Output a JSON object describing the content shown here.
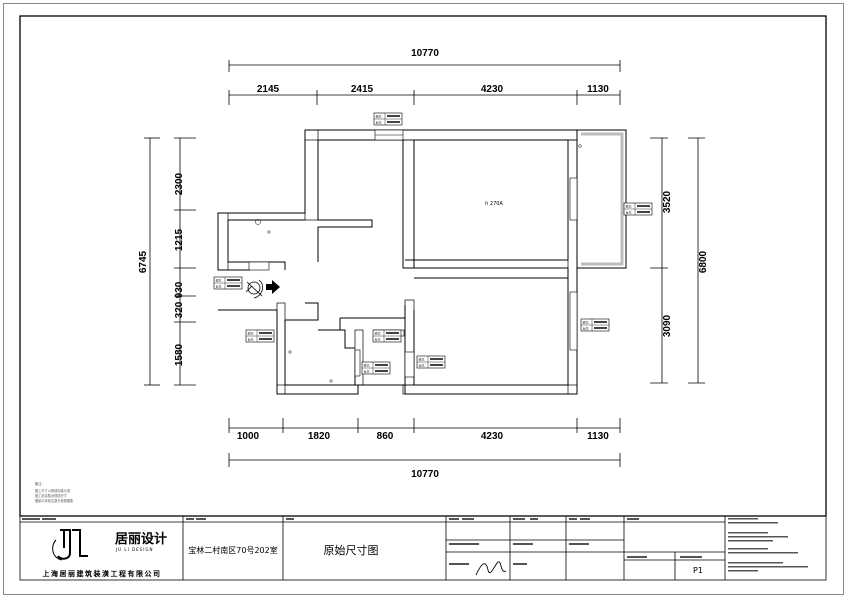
{
  "drawing": {
    "overall_top": "10770",
    "top_segments": [
      "2145",
      "2415",
      "4230",
      "1130"
    ],
    "overall_bottom": "10770",
    "bottom_segments": [
      "1000",
      "1820",
      "860",
      "4230",
      "1130"
    ],
    "left_overall": "6745",
    "left_segments": [
      "2300",
      "1215",
      "930",
      "320",
      "1580"
    ],
    "right_overall": "6800",
    "right_segments": [
      "3520",
      "3090"
    ],
    "room_label": "h 270A",
    "tag_label_top": "梁高",
    "tag_label_bottom": "台高"
  },
  "notes": [
    "备注：",
    "图上尺寸以现场测量为准",
    "施工前请核对现场尺寸",
    "图纸中未标注部分参照图集"
  ],
  "title_block": {
    "logo_cn": "居丽设计",
    "logo_en": "JU LI DESIGN",
    "company": "上海居丽建筑装潢工程有限公司",
    "project": "宝林二村南区70号202室",
    "drawing_title": "原始尺寸图",
    "page_no": "P1"
  },
  "colors": {
    "line": "#000000",
    "wall_fill": "#ffffff",
    "window": "#bdbdbd"
  }
}
